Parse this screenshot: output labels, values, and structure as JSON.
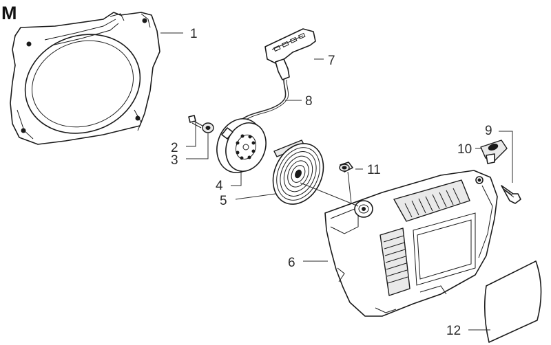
{
  "section_letter": "M",
  "callouts": {
    "c1": "1",
    "c2": "2",
    "c3": "3",
    "c4": "4",
    "c5": "5",
    "c6": "6",
    "c7": "7",
    "c8": "8",
    "c9": "9",
    "c10": "10",
    "c11": "11",
    "c12": "12"
  }
}
